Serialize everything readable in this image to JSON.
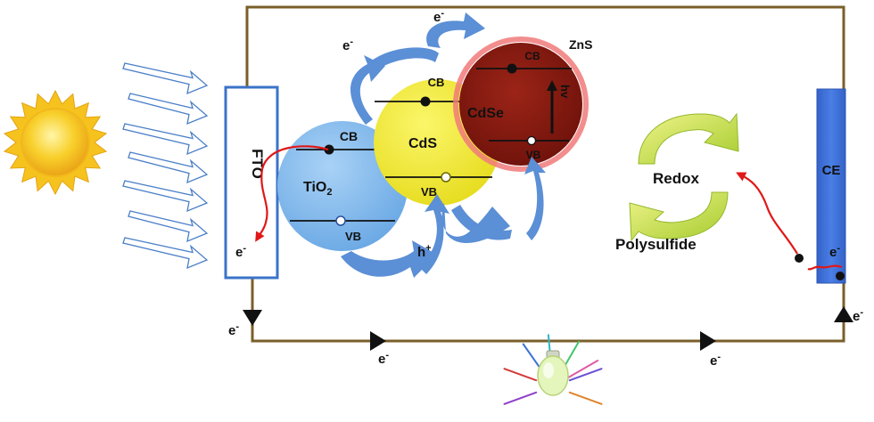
{
  "labels": {
    "fto": "FTO",
    "tio2": "TiO",
    "tio2_sub": "2",
    "cds": "CdS",
    "cdse": "CdSe",
    "zns": "ZnS",
    "ce": "CE",
    "redox": "Redox",
    "polysulfide": "Polysulfide",
    "cb": "CB",
    "vb": "VB",
    "hv": "hv",
    "electron": "e",
    "electron_sup": "-",
    "hole": "h",
    "hole_sup": "+"
  },
  "colors": {
    "wire": "#7a5f2a",
    "tio2": "#80b8ea",
    "cds": "#f1ea2e",
    "cdse": "#8c1a10",
    "ce": "#3f6fd8",
    "fto_border": "#3b73c8",
    "blue_arrow": "#5b8fd6",
    "green_arrow": "#c4dc4a",
    "red_path": "#e01818",
    "sun": "#f6c21d"
  },
  "icons": {
    "sun": "sun-icon",
    "bulb": "light-bulb-icon"
  }
}
